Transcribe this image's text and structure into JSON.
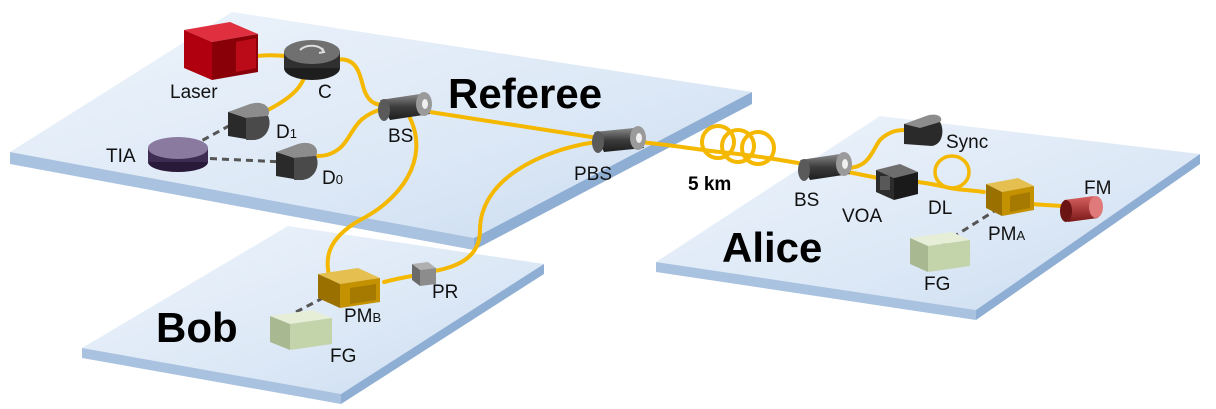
{
  "platforms": {
    "referee": "Referee",
    "bob": "Bob",
    "alice": "Alice"
  },
  "components": {
    "laser": "Laser",
    "circulator": "C",
    "d1_main": "D",
    "d1_sub": "1",
    "d0_main": "D",
    "d0_sub": "0",
    "tia": "TIA",
    "bs_referee": "BS",
    "pbs": "PBS",
    "distance": "5 km",
    "bs_alice": "BS",
    "sync": "Sync",
    "voa": "VOA",
    "dl": "DL",
    "fm": "FM",
    "pma_main": "PM",
    "pma_sub": "A",
    "fg_alice": "FG",
    "pmb_main": "PM",
    "pmb_sub": "B",
    "pr": "PR",
    "fg_bob": "FG"
  },
  "colors": {
    "fiber": "#f5b800",
    "laser": "#c00010",
    "phase_modulator": "#c99500",
    "faraday_mirror": "#b03030",
    "function_generator": "#c9d8b2",
    "tia": "#5a4a6e",
    "table_top": "#dde9f6",
    "table_edge": "#9fb8d8"
  }
}
